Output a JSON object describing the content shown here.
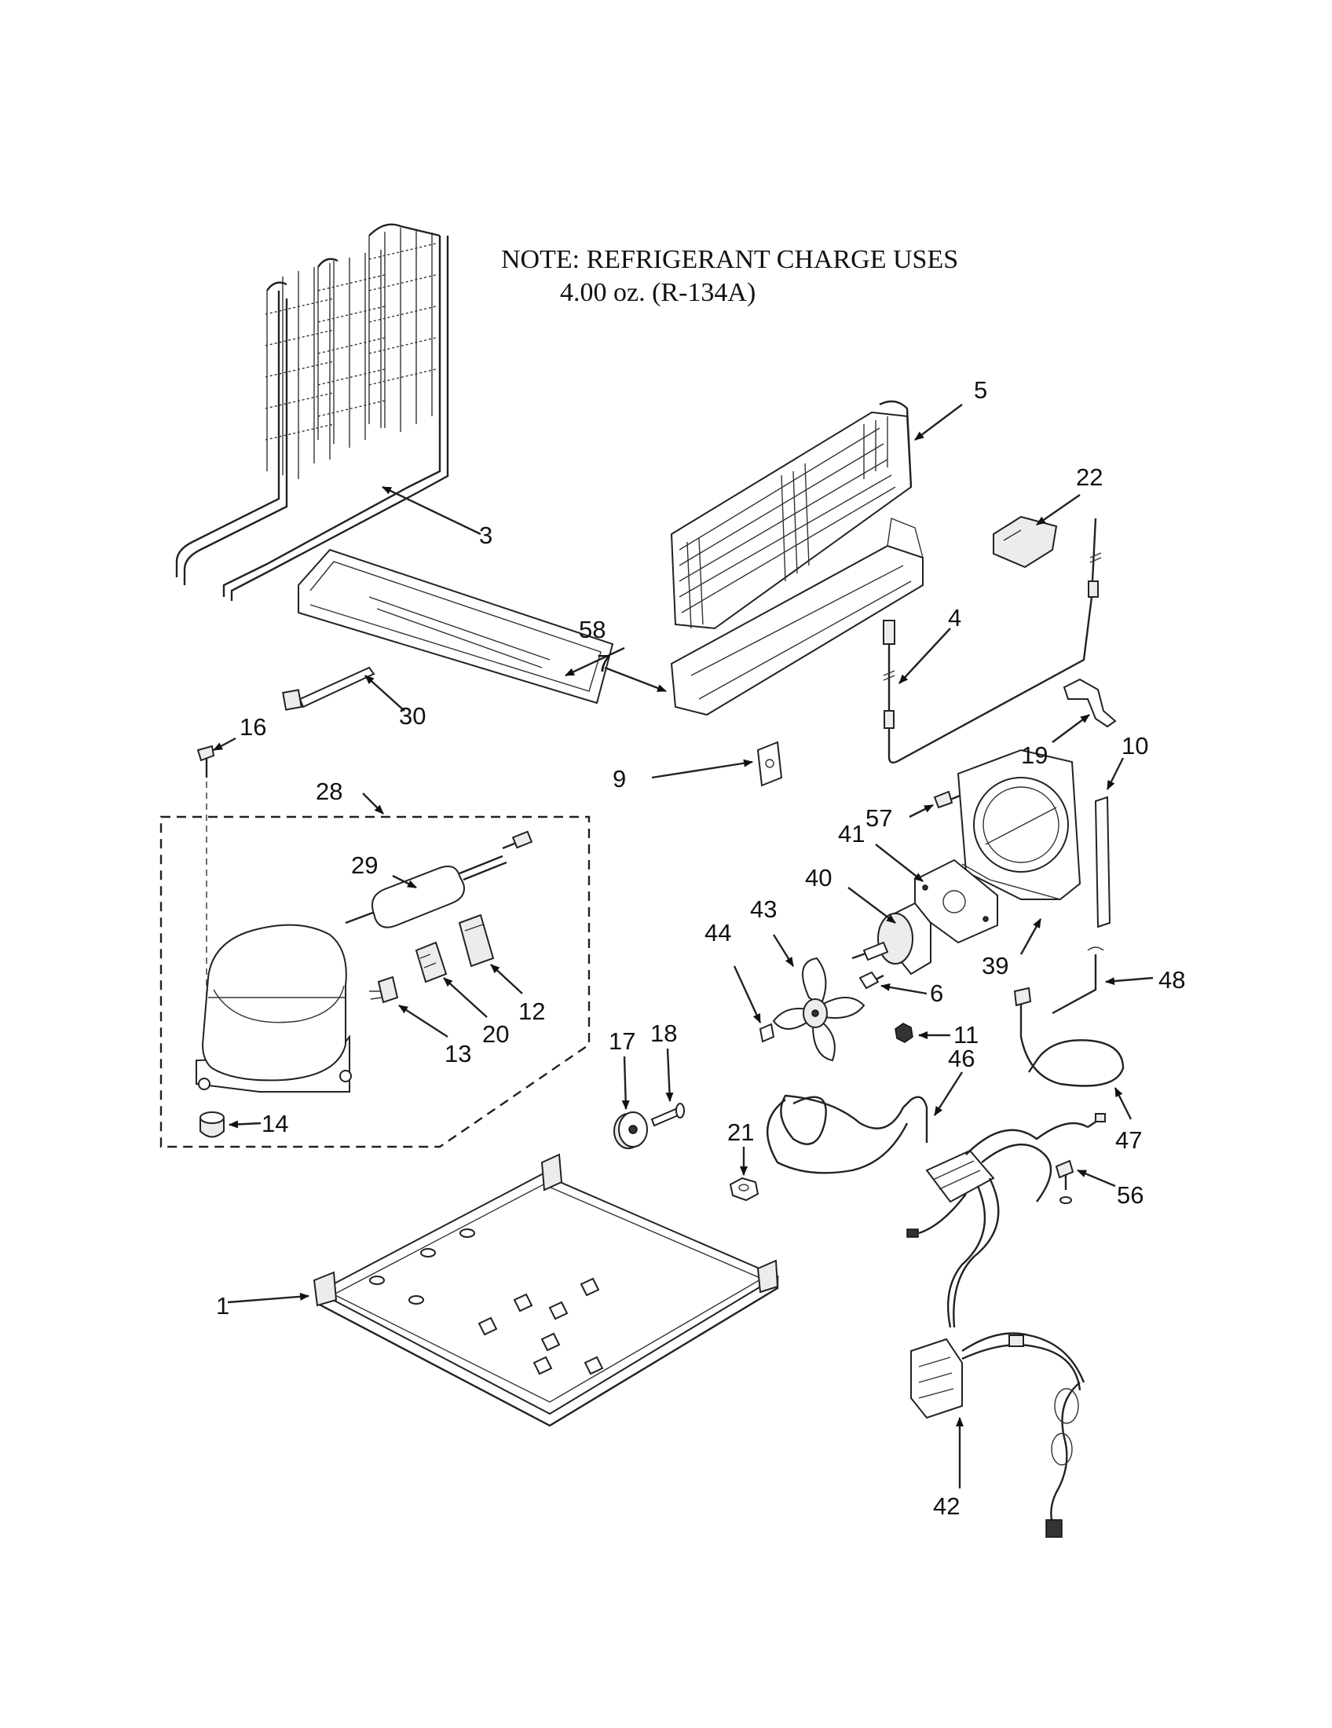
{
  "note": {
    "line1": "NOTE: REFRIGERANT CHARGE USES",
    "line2": "4.00 oz.  (R-134A)"
  },
  "callouts": {
    "c1": "1",
    "c3": "3",
    "c4": "4",
    "c5": "5",
    "c6": "6",
    "c7": "7",
    "c9": "9",
    "c10": "10",
    "c11": "11",
    "c12": "12",
    "c13": "13",
    "c14": "14",
    "c16": "16",
    "c17": "17",
    "c18": "18",
    "c19": "19",
    "c20": "20",
    "c21": "21",
    "c22": "22",
    "c28": "28",
    "c29": "29",
    "c30": "30",
    "c39": "39",
    "c40": "40",
    "c41": "41",
    "c42": "42",
    "c43": "43",
    "c44": "44",
    "c46": "46",
    "c47": "47",
    "c48": "48",
    "c56": "56",
    "c57": "57",
    "c58": "58"
  }
}
